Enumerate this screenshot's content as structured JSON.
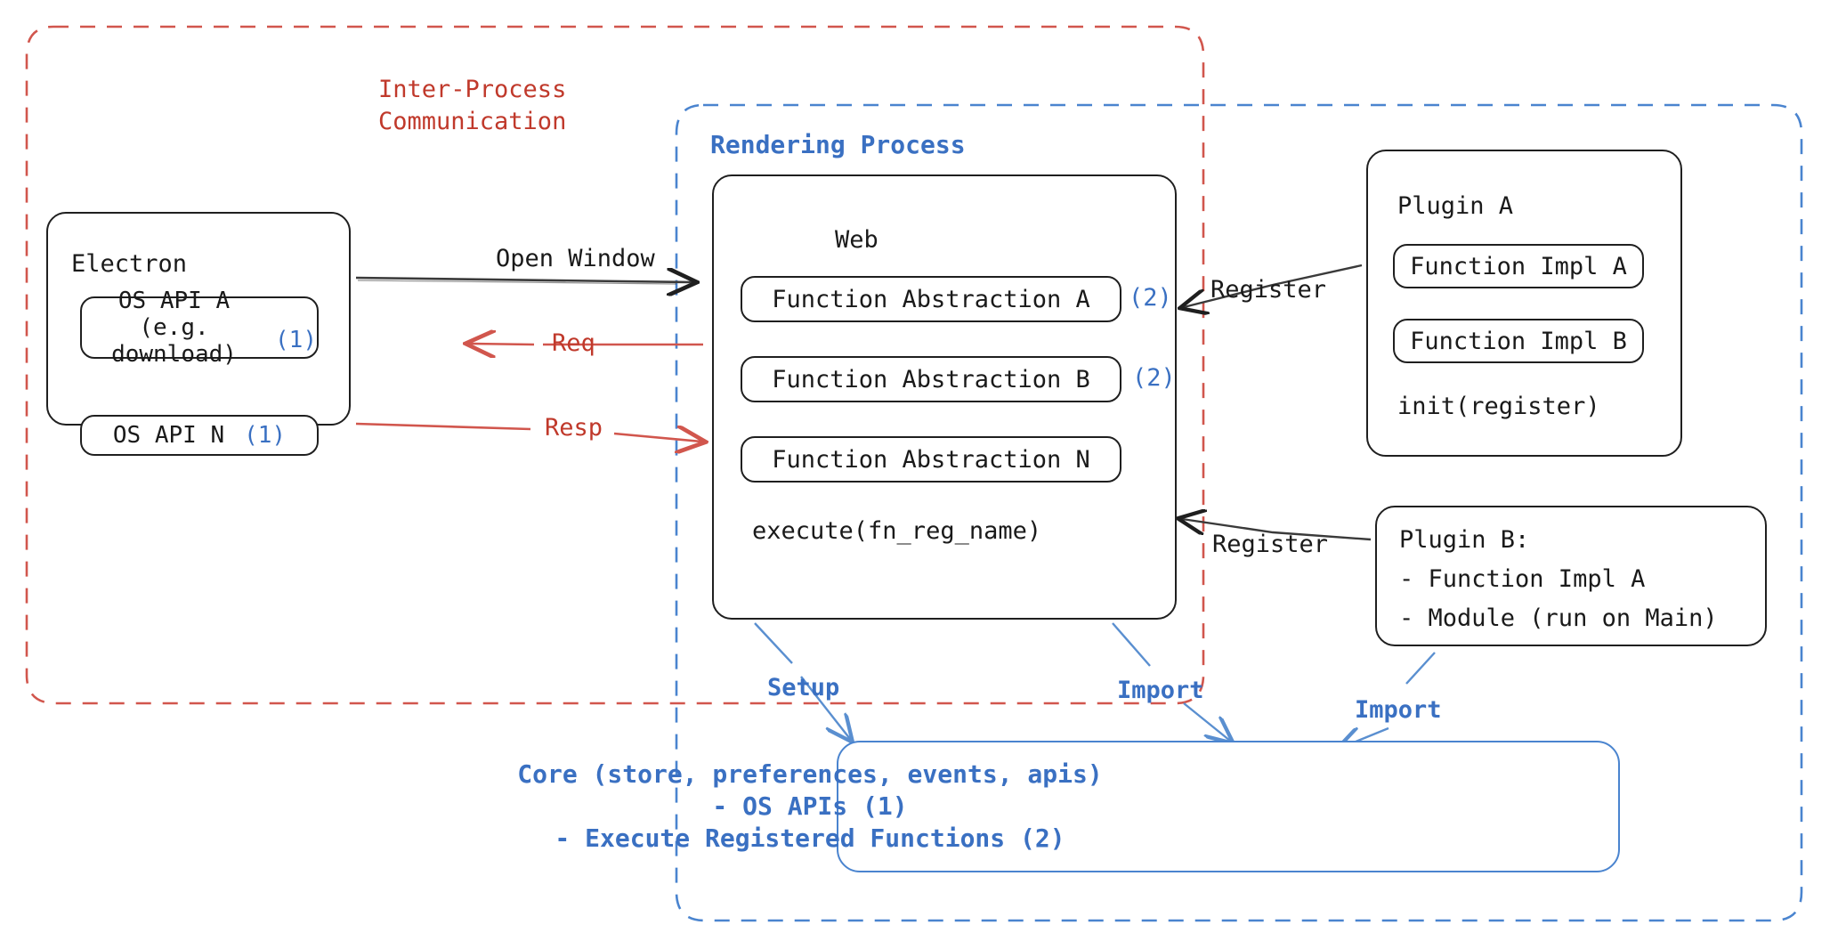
{
  "diagram": {
    "title_ipc": "Inter-Process\nCommunication",
    "title_rendering_process": "Rendering Process"
  },
  "containers": {
    "ipc": {
      "label": "Inter-Process Communication",
      "color": "#c0392b",
      "style": "dashed"
    },
    "rendering_process": {
      "label": "Rendering Process",
      "color": "#3a70c2",
      "style": "dashed"
    }
  },
  "electron": {
    "title": "Electron",
    "apis": [
      {
        "label": "OS API A (e.g.\ndownload)",
        "tag": "(1)"
      },
      {
        "label": "OS API N",
        "tag": "(1)"
      }
    ]
  },
  "web": {
    "title": "Web",
    "abstractions": [
      {
        "label": "Function Abstraction A",
        "tag": "(2)"
      },
      {
        "label": "Function Abstraction B",
        "tag": "(2)"
      },
      {
        "label": "Function Abstraction N",
        "tag": ""
      }
    ],
    "execute": "execute(fn_reg_name)"
  },
  "plugin_a": {
    "title": "Plugin A",
    "functions": [
      "Function Impl A",
      "Function Impl B"
    ],
    "init": "init(register)"
  },
  "plugin_b": {
    "title": "Plugin B:",
    "items": [
      "- Function Impl A",
      "- Module (run on Main)"
    ]
  },
  "core": {
    "line1": "Core (store, preferences, events, apis)",
    "line2": "- OS APIs (1)",
    "line3": "- Execute Registered Functions (2)",
    "color": "#3a70c2"
  },
  "arrows": {
    "open_window": "Open Window",
    "req": "Req",
    "resp": "Resp",
    "register_top": "Register",
    "register_bottom": "Register",
    "setup": "Setup",
    "import_left": "Import",
    "import_right": "Import"
  },
  "colors": {
    "red": "#c0392b",
    "blue": "#3a70c2",
    "ink": "#1f1f1f",
    "core_blue": "#4a84cf"
  }
}
